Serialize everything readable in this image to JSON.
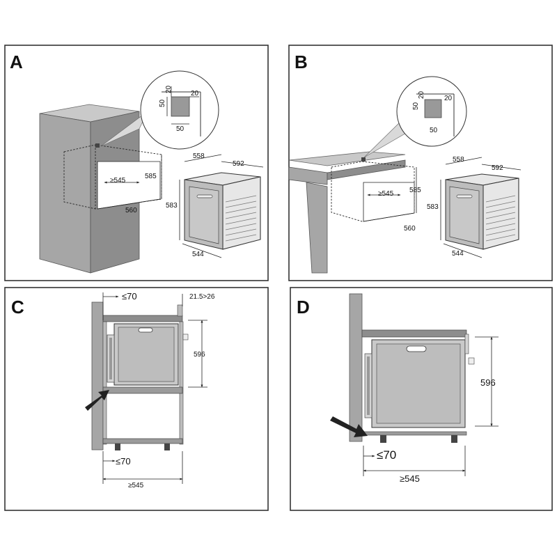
{
  "panels": [
    {
      "letter": "A"
    },
    {
      "letter": "B"
    },
    {
      "letter": "C"
    },
    {
      "letter": "D"
    }
  ],
  "panel_a": {
    "detail_20_top": "20",
    "detail_20_right": "20",
    "detail_50_left": "50",
    "detail_50_bottom": "50",
    "niche_width": "≥545",
    "niche_height": "585",
    "niche_depth": "560",
    "oven_width": "558",
    "oven_depth": "592",
    "oven_height": "583",
    "oven_base": "544"
  },
  "panel_b": {
    "detail_20_top": "20",
    "detail_20_right": "20",
    "detail_50_left": "50",
    "detail_50_bottom": "50",
    "niche_width": "≥545",
    "niche_height": "585",
    "niche_depth": "560",
    "oven_width": "558",
    "oven_depth": "592",
    "oven_height": "583",
    "oven_base": "544"
  },
  "panel_c": {
    "top_gap": "≤70",
    "flange": "21.5>26",
    "height": "596",
    "bottom_gap": "≤70",
    "depth": "≥545"
  },
  "panel_d": {
    "height": "596",
    "bottom_gap": "≤70",
    "depth": "≥545"
  },
  "colors": {
    "frame": "#333333",
    "wall": "#a6a6a6",
    "oven_body": "#e7e7e7",
    "oven_door": "#bdbdbd"
  }
}
